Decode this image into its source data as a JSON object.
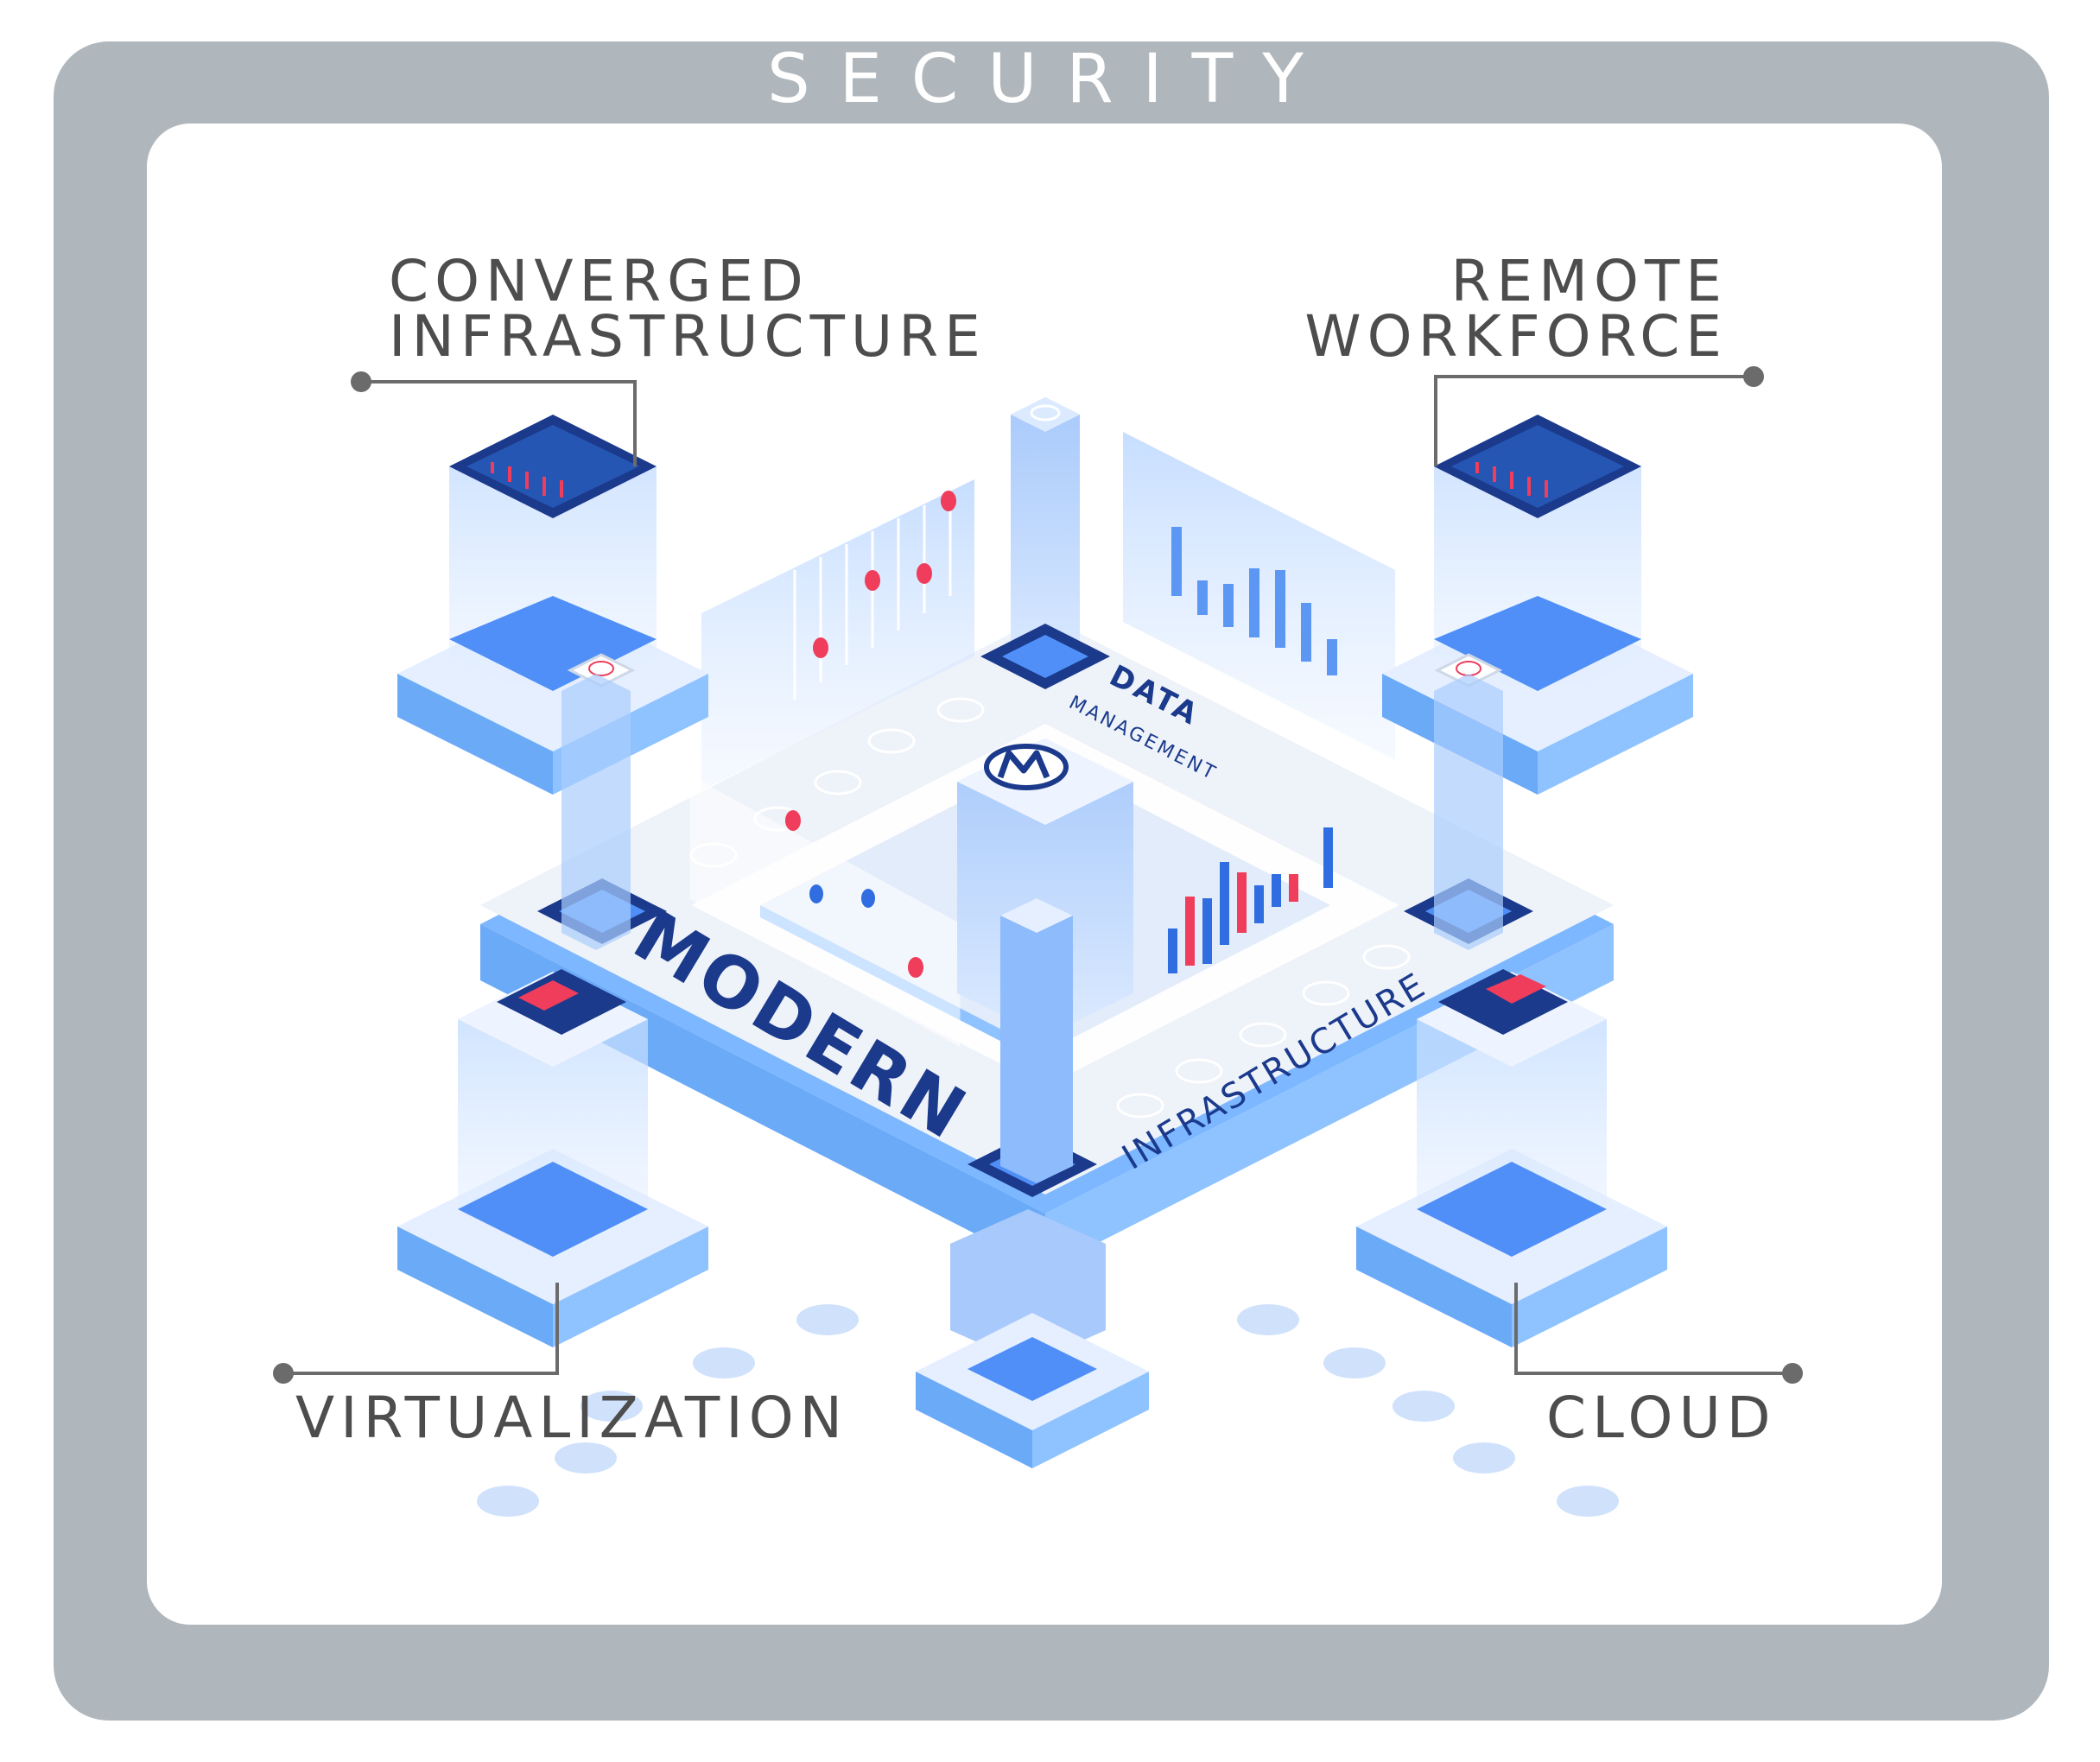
{
  "frame": {
    "title": "SECURITY"
  },
  "labels": {
    "converged_line1": "CONVERGED",
    "converged_line2": "INFRASTRUCTURE",
    "remote_line1": "REMOTE",
    "remote_line2": "WORKFORCE",
    "virtualization": "VIRTUALIZATION",
    "cloud": "CLOUD"
  },
  "platform": {
    "modern": "MODERN",
    "infrastructure": "INFRASTRUCTURE",
    "data_line1": "DATA",
    "data_line2": "MANAGEMENT"
  },
  "icons": {
    "logo": "m-logo-icon",
    "servers": "server-tower-icon",
    "dashboards": "dashboard-screen-icon"
  },
  "colors": {
    "frame_gray": "#b0b7bc",
    "label_gray": "#4d4d4d",
    "navy": "#1b3a8c",
    "blue": "#4f8ff7",
    "light_blue": "#a9cdfd",
    "accent_red": "#ef3d5b"
  }
}
